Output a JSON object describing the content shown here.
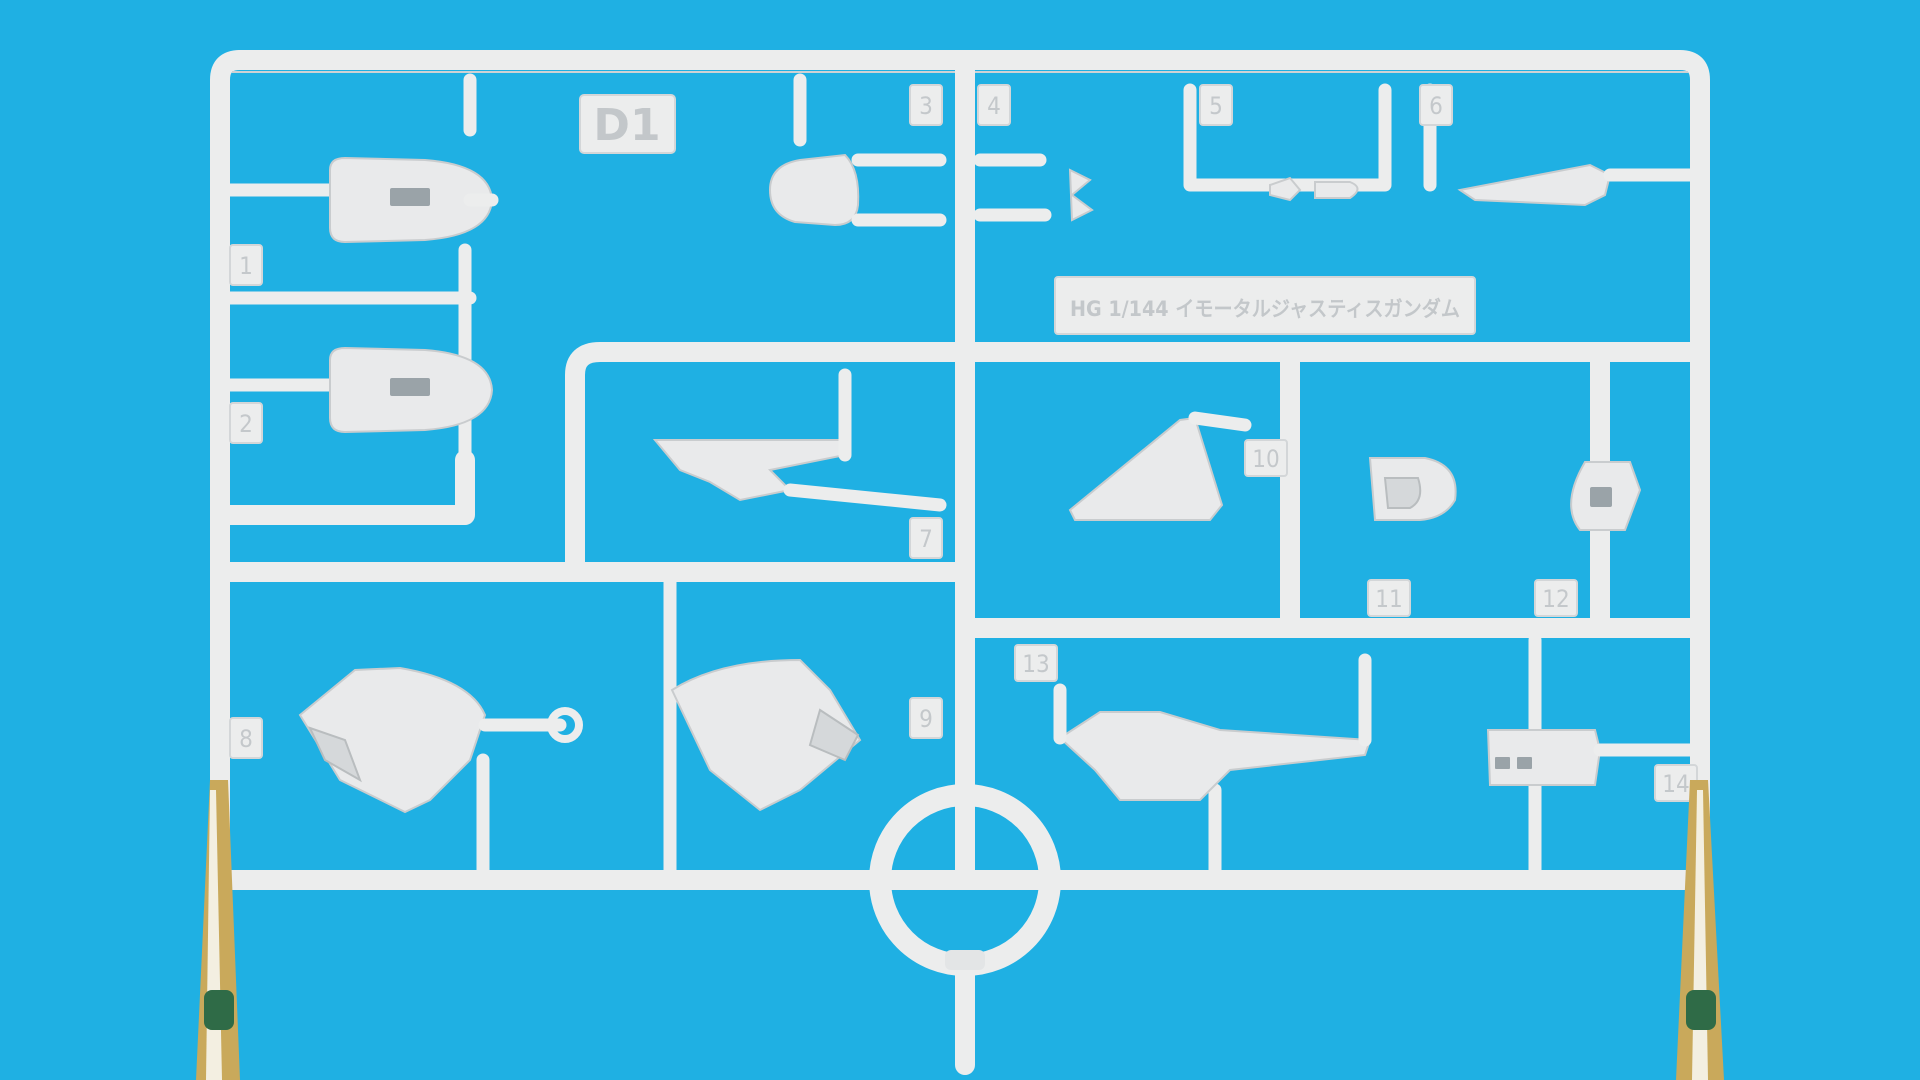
{
  "photo": {
    "subject": "plastic-model-sprue",
    "background_color": "#1fb0e3",
    "plastic_color": "#eceded"
  },
  "sprue": {
    "id_label": "D1",
    "title_plate": "HG 1/144 イモータルジャスティスガンダム",
    "part_numbers": [
      "1",
      "2",
      "3",
      "4",
      "5",
      "6",
      "7",
      "8",
      "9",
      "10",
      "11",
      "12",
      "13",
      "14"
    ]
  }
}
